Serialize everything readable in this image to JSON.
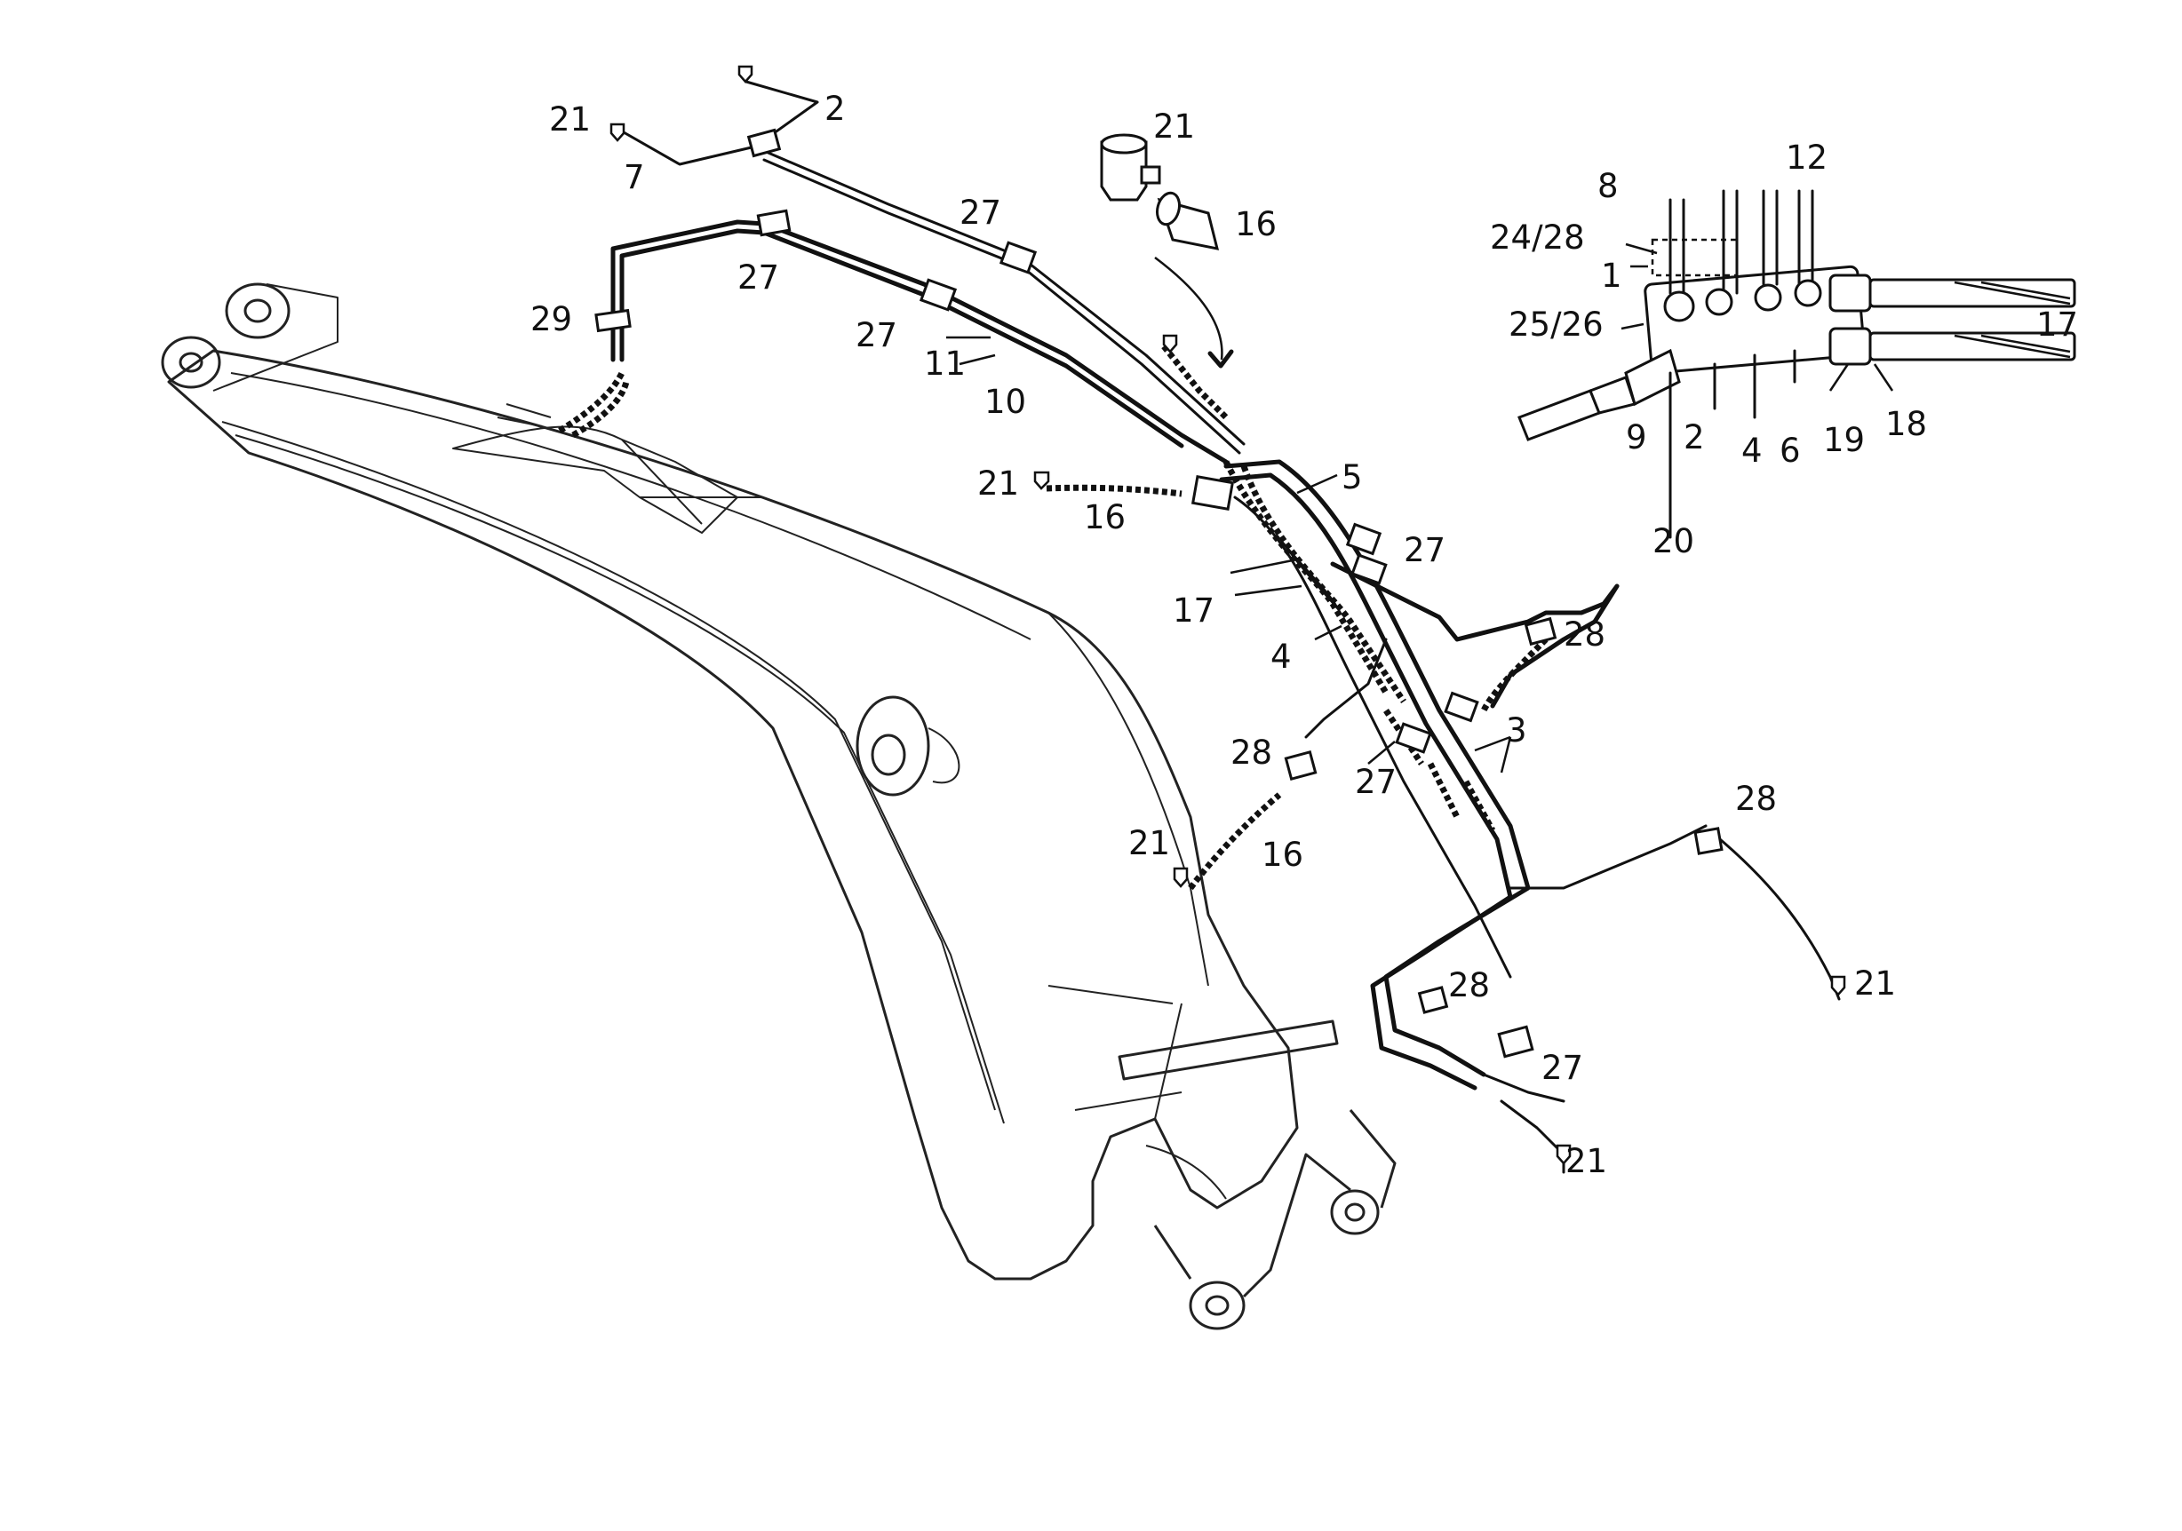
{
  "diagram": {
    "labels": [
      {
        "id": "l-21-a",
        "text": "21"
      },
      {
        "id": "l-7",
        "text": "7"
      },
      {
        "id": "l-2-a",
        "text": "2"
      },
      {
        "id": "l-21-b",
        "text": "21"
      },
      {
        "id": "l-16-a",
        "text": "16"
      },
      {
        "id": "l-27-a",
        "text": "27"
      },
      {
        "id": "l-27-b",
        "text": "27"
      },
      {
        "id": "l-27-c",
        "text": "27"
      },
      {
        "id": "l-29",
        "text": "29"
      },
      {
        "id": "l-11",
        "text": "11"
      },
      {
        "id": "l-10",
        "text": "10"
      },
      {
        "id": "l-21-c",
        "text": "21"
      },
      {
        "id": "l-16-b",
        "text": "16"
      },
      {
        "id": "l-5",
        "text": "5"
      },
      {
        "id": "l-27-d",
        "text": "27"
      },
      {
        "id": "l-17-a",
        "text": "17"
      },
      {
        "id": "l-4-a",
        "text": "4"
      },
      {
        "id": "l-28-a",
        "text": "28"
      },
      {
        "id": "l-28-b",
        "text": "28"
      },
      {
        "id": "l-3",
        "text": "3"
      },
      {
        "id": "l-27-e",
        "text": "27"
      },
      {
        "id": "l-21-d",
        "text": "21"
      },
      {
        "id": "l-16-c",
        "text": "16"
      },
      {
        "id": "l-28-c",
        "text": "28"
      },
      {
        "id": "l-21-e",
        "text": "21"
      },
      {
        "id": "l-28-d",
        "text": "28"
      },
      {
        "id": "l-27-f",
        "text": "27"
      },
      {
        "id": "l-21-f",
        "text": "21"
      },
      {
        "id": "l-8",
        "text": "8"
      },
      {
        "id": "l-12",
        "text": "12"
      },
      {
        "id": "l-24-28",
        "text": "24/28"
      },
      {
        "id": "l-1",
        "text": "1"
      },
      {
        "id": "l-25-26",
        "text": "25/26"
      },
      {
        "id": "l-17-b",
        "text": "17"
      },
      {
        "id": "l-9",
        "text": "9"
      },
      {
        "id": "l-2-b",
        "text": "2"
      },
      {
        "id": "l-4-b",
        "text": "4"
      },
      {
        "id": "l-6",
        "text": "6"
      },
      {
        "id": "l-19",
        "text": "19"
      },
      {
        "id": "l-18",
        "text": "18"
      },
      {
        "id": "l-20",
        "text": "20"
      }
    ]
  }
}
